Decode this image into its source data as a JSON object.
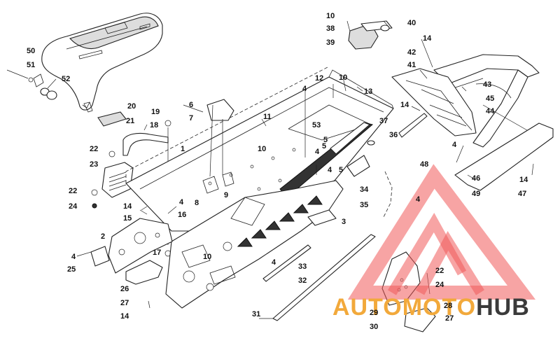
{
  "colors": {
    "line": "#222222",
    "watermark_red": "#f05a5a",
    "watermark_orange": "#f2a93b",
    "watermark_dark": "#3a3a3a"
  },
  "watermark": {
    "part1": "AUTO",
    "part2": "MOTO",
    "part3": "HUB"
  },
  "callouts": [
    {
      "id": "c1",
      "label": "1"
    },
    {
      "id": "c2",
      "label": "2"
    },
    {
      "id": "c3",
      "label": "3"
    },
    {
      "id": "c4a",
      "label": "4"
    },
    {
      "id": "c4b",
      "label": "4"
    },
    {
      "id": "c4c",
      "label": "4"
    },
    {
      "id": "c4d",
      "label": "4"
    },
    {
      "id": "c4e",
      "label": "4"
    },
    {
      "id": "c4f",
      "label": "4"
    },
    {
      "id": "c4g",
      "label": "4"
    },
    {
      "id": "c4h",
      "label": "4"
    },
    {
      "id": "c5a",
      "label": "5"
    },
    {
      "id": "c5b",
      "label": "5"
    },
    {
      "id": "c5c",
      "label": "5"
    },
    {
      "id": "c6",
      "label": "6"
    },
    {
      "id": "c7",
      "label": "7"
    },
    {
      "id": "c8",
      "label": "8"
    },
    {
      "id": "c9",
      "label": "9"
    },
    {
      "id": "c10a",
      "label": "10"
    },
    {
      "id": "c10b",
      "label": "10"
    },
    {
      "id": "c10c",
      "label": "10"
    },
    {
      "id": "c10d",
      "label": "10"
    },
    {
      "id": "c11",
      "label": "11"
    },
    {
      "id": "c12",
      "label": "12"
    },
    {
      "id": "c13",
      "label": "13"
    },
    {
      "id": "c14a",
      "label": "14"
    },
    {
      "id": "c14b",
      "label": "14"
    },
    {
      "id": "c14c",
      "label": "14"
    },
    {
      "id": "c14d",
      "label": "14"
    },
    {
      "id": "c14e",
      "label": "14"
    },
    {
      "id": "c15",
      "label": "15"
    },
    {
      "id": "c16",
      "label": "16"
    },
    {
      "id": "c17",
      "label": "17"
    },
    {
      "id": "c18",
      "label": "18"
    },
    {
      "id": "c19",
      "label": "19"
    },
    {
      "id": "c20",
      "label": "20"
    },
    {
      "id": "c21",
      "label": "21"
    },
    {
      "id": "c22a",
      "label": "22"
    },
    {
      "id": "c22b",
      "label": "22"
    },
    {
      "id": "c22c",
      "label": "22"
    },
    {
      "id": "c23",
      "label": "23"
    },
    {
      "id": "c24a",
      "label": "24"
    },
    {
      "id": "c24b",
      "label": "24"
    },
    {
      "id": "c25",
      "label": "25"
    },
    {
      "id": "c26",
      "label": "26"
    },
    {
      "id": "c27a",
      "label": "27"
    },
    {
      "id": "c27b",
      "label": "27"
    },
    {
      "id": "c28",
      "label": "28"
    },
    {
      "id": "c29",
      "label": "29"
    },
    {
      "id": "c30",
      "label": "30"
    },
    {
      "id": "c31",
      "label": "31"
    },
    {
      "id": "c32",
      "label": "32"
    },
    {
      "id": "c33",
      "label": "33"
    },
    {
      "id": "c34",
      "label": "34"
    },
    {
      "id": "c35",
      "label": "35"
    },
    {
      "id": "c36",
      "label": "36"
    },
    {
      "id": "c37",
      "label": "37"
    },
    {
      "id": "c38",
      "label": "38"
    },
    {
      "id": "c39",
      "label": "39"
    },
    {
      "id": "c40",
      "label": "40"
    },
    {
      "id": "c41",
      "label": "41"
    },
    {
      "id": "c42",
      "label": "42"
    },
    {
      "id": "c43",
      "label": "43"
    },
    {
      "id": "c44",
      "label": "44"
    },
    {
      "id": "c45",
      "label": "45"
    },
    {
      "id": "c46",
      "label": "46"
    },
    {
      "id": "c47",
      "label": "47"
    },
    {
      "id": "c48",
      "label": "48"
    },
    {
      "id": "c49",
      "label": "49"
    },
    {
      "id": "c50",
      "label": "50"
    },
    {
      "id": "c51",
      "label": "51"
    },
    {
      "id": "c52",
      "label": "52"
    },
    {
      "id": "c53",
      "label": "53"
    }
  ]
}
